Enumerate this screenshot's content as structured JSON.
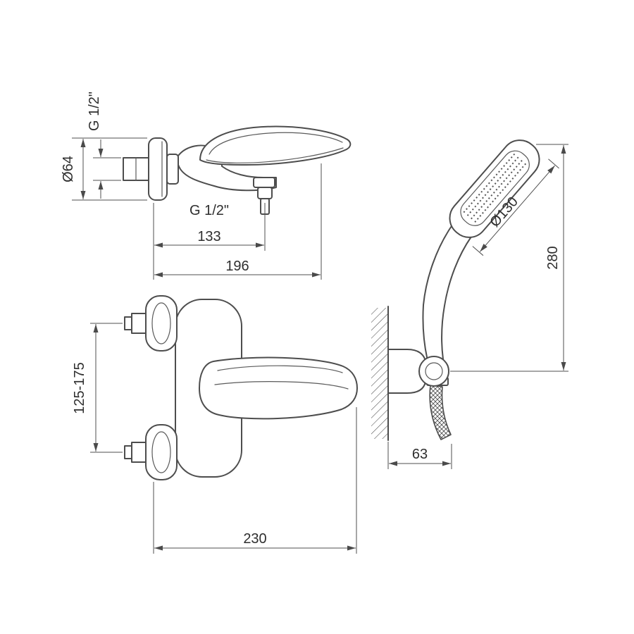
{
  "diagram": {
    "labels": {
      "thread_top": "G 1/2\"",
      "dia_escutcheon": "Ø64",
      "thread_spout": "G 1/2\"",
      "dim_133": "133",
      "dim_196": "196",
      "dia_shower_head": "Ø130",
      "dim_280": "280",
      "dim_offset_range": "125-175",
      "dim_63": "63",
      "dim_230": "230"
    }
  }
}
